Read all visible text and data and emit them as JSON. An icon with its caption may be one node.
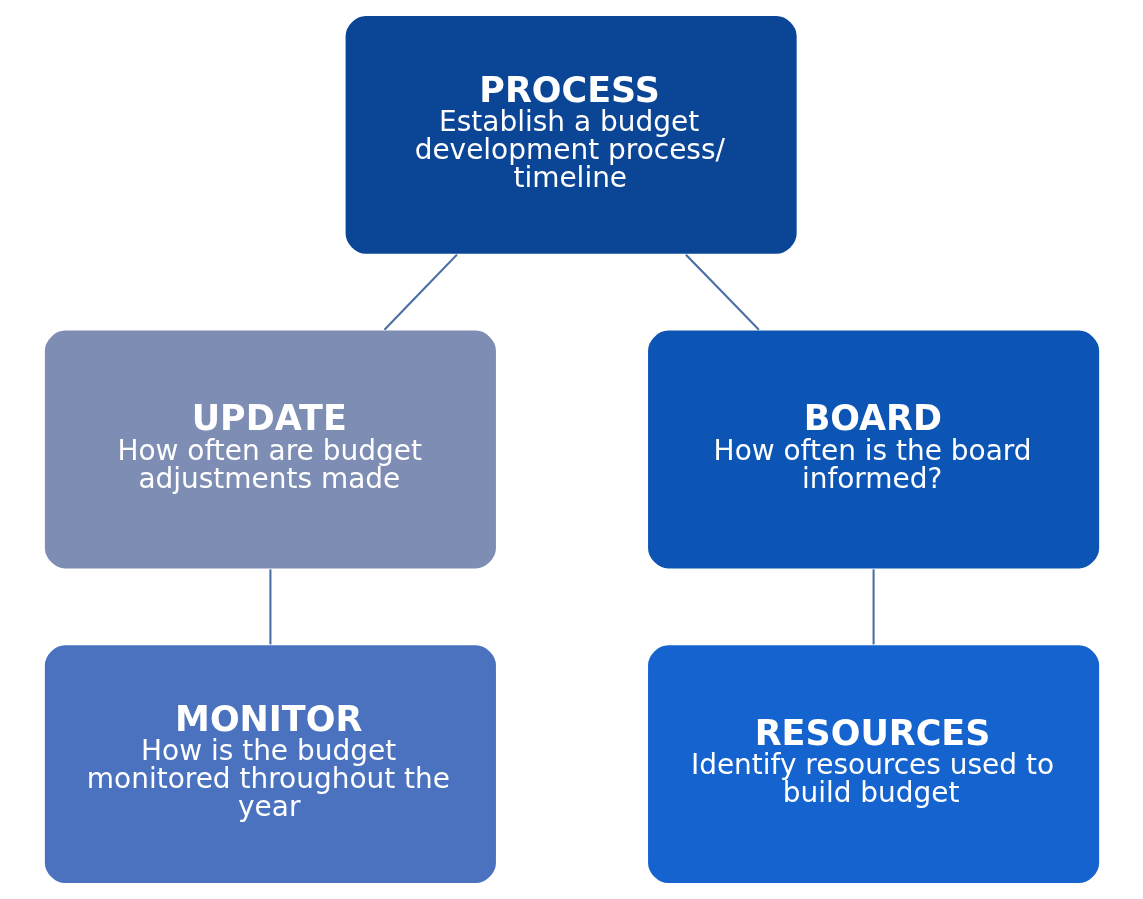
{
  "diagram": {
    "nodes": [
      {
        "text": [
          "PROCESS",
          "Establish a budget development process/ timeline"
        ]
      },
      {
        "text": [
          "BOARD",
          "How often is the board informed?"
        ]
      },
      {
        "text": [
          "RESOURCES",
          "Identify resources used to build budget"
        ]
      },
      {
        "text": [
          "MONITOR",
          "How is the budget monitored throughout the year"
        ]
      },
      {
        "text": [
          "UPDATE",
          "How often are budget adjustments made"
        ]
      }
    ],
    "edges": [
      {
        "from": 0,
        "to": 1,
        "arrow": "none"
      },
      {
        "from": 1,
        "to": 2,
        "arrow": "none"
      },
      {
        "from": 0,
        "to": 4,
        "arrow": "none"
      },
      {
        "from": 4,
        "to": 3,
        "arrow": "none"
      }
    ]
  }
}
